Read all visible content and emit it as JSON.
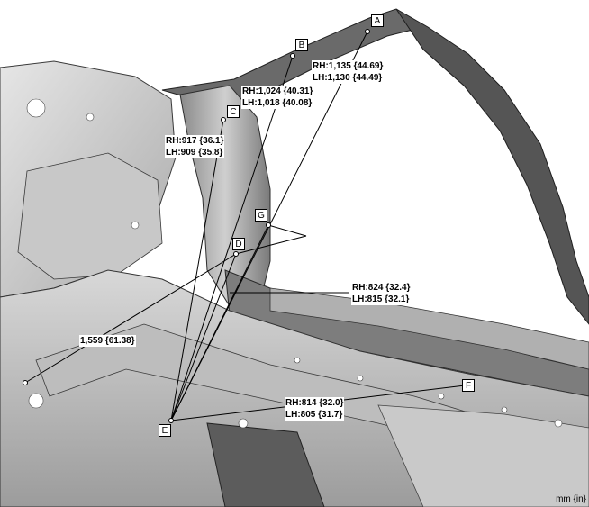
{
  "measurement_points": [
    {
      "id": "A",
      "label": "A"
    },
    {
      "id": "B",
      "label": "B"
    },
    {
      "id": "C",
      "label": "C"
    },
    {
      "id": "D",
      "label": "D"
    },
    {
      "id": "E",
      "label": "E"
    },
    {
      "id": "F",
      "label": "F"
    },
    {
      "id": "G",
      "label": "G"
    }
  ],
  "dimensions": {
    "a": {
      "rh": "RH:1,135 {44.69}",
      "lh": "LH:1,130 {44.49}"
    },
    "b": {
      "rh": "RH:1,024 {40.31}",
      "lh": "LH:1,018 {40.08}"
    },
    "c": {
      "rh": "RH:917 {36.1}",
      "lh": "LH:909 {35.8}"
    },
    "d": {
      "rh": "RH:824 {32.4}",
      "lh": "LH:815 {32.1}"
    },
    "f": {
      "rh": "RH:814 {32.0}",
      "lh": "LH:805 {31.7}"
    },
    "g": {
      "value": "1,559 {61.38}"
    }
  },
  "unit_label": "mm {in}",
  "colors": {
    "body_light": "#dcdcdc",
    "body_mid": "#b8b8b8",
    "body_dark": "#5a5a5a",
    "outline": "#3a3a3a"
  }
}
